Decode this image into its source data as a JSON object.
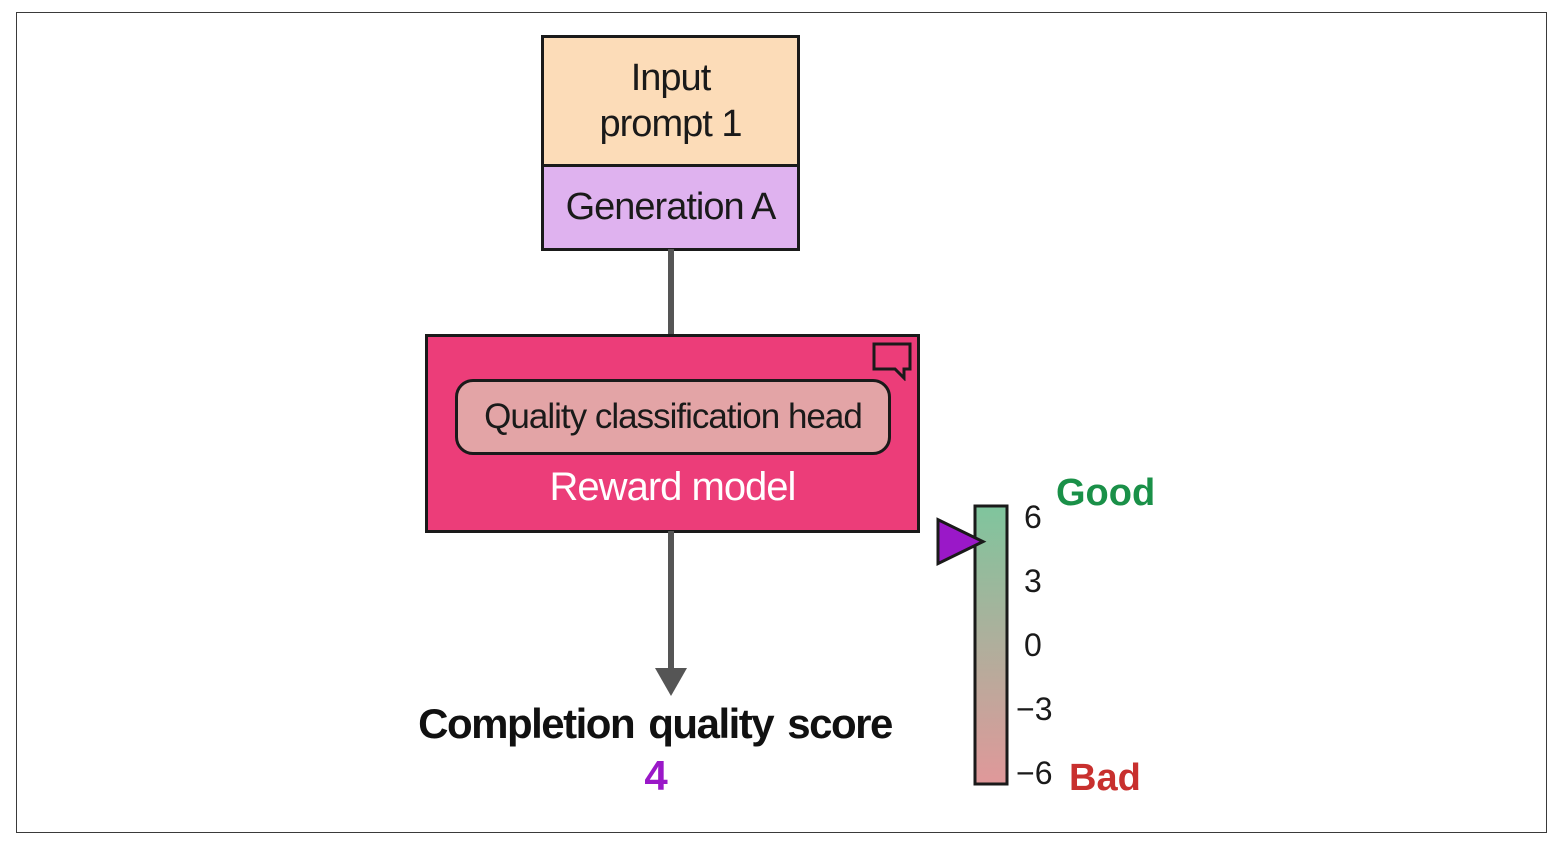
{
  "input_box": {
    "label": "Input prompt 1",
    "color": "#fcdcb8"
  },
  "generation_box": {
    "label": "Generation A",
    "color": "#dfb2ef"
  },
  "reward_model": {
    "label": "Reward model",
    "color": "#ec3d79",
    "head_label": "Quality classification head",
    "head_color": "#e3a4a6",
    "icon": "speech-bubble-icon"
  },
  "output": {
    "caption": "Completion quality  score",
    "value": "4",
    "value_color": "#9a18c8"
  },
  "scale": {
    "top_label": "Good",
    "bottom_label": "Bad",
    "top_color": "#1a9048",
    "bottom_color": "#c8302e",
    "ticks": [
      {
        "value": 6,
        "label": "6"
      },
      {
        "value": 3,
        "label": "3"
      },
      {
        "value": 0,
        "label": "0"
      },
      {
        "value": -3,
        "label": "−3"
      },
      {
        "value": -6,
        "label": "−6"
      }
    ],
    "min": -6,
    "max": 6,
    "marker_value": 4.8,
    "marker_color": "#9a18c8",
    "gradient_top": "#7fc59d",
    "gradient_bottom": "#e0989a"
  }
}
